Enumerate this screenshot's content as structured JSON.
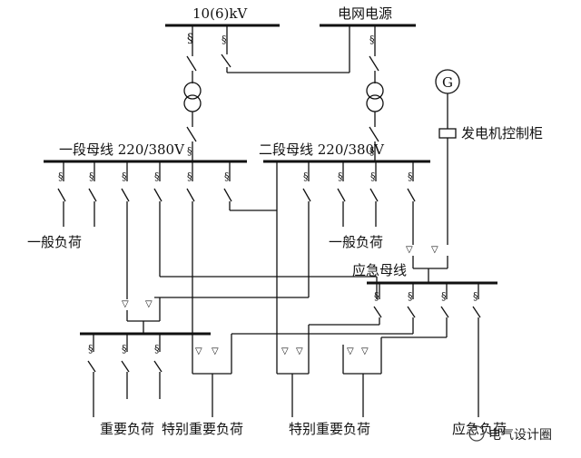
{
  "labels": {
    "hv_source_left": "10(6)kV",
    "hv_source_right": "电网电源",
    "bus1": "一段母线 220/380V",
    "bus2": "二段母线 220/380V",
    "generator_symbol": "G",
    "generator_panel": "发电机控制柜",
    "general_load_left": "一般负荷",
    "general_load_right": "一般负荷",
    "emergency_bus": "应急母线",
    "important_load": "重要负荷",
    "special_load_left": "特别重要负荷",
    "special_load_mid": "特别重要负荷",
    "emergency_load": "应急负荷",
    "watermark": "电气设计圈"
  }
}
